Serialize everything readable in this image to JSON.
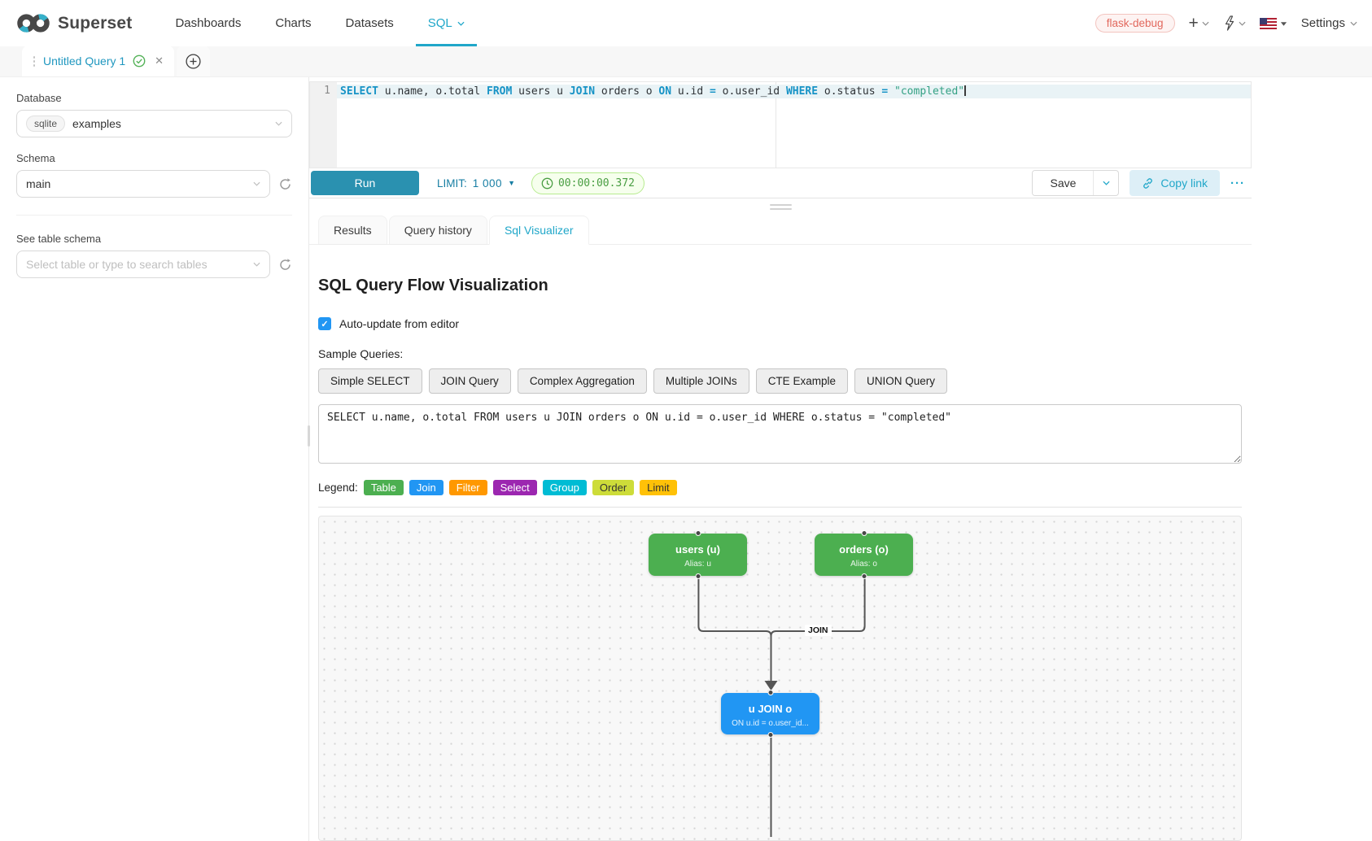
{
  "colors": {
    "accent": "#20a7c9",
    "run_button": "#2a91b0",
    "syntax_keyword": "#1793c6",
    "syntax_string": "#34a184",
    "timer_green": "#4a9e43",
    "node_table_green": "#4caf50",
    "node_join_blue": "#2196f3"
  },
  "navbar": {
    "brand": "Superset",
    "items": [
      {
        "label": "Dashboards"
      },
      {
        "label": "Charts"
      },
      {
        "label": "Datasets"
      },
      {
        "label": "SQL",
        "active": true
      }
    ],
    "environment_tag": "flask-debug",
    "settings_label": "Settings"
  },
  "query_tabs": {
    "active_tab_label": "Untitled Query 1"
  },
  "sidebar": {
    "database_label": "Database",
    "database_engine": "sqlite",
    "database_value": "examples",
    "schema_label": "Schema",
    "schema_value": "main",
    "table_label": "See table schema",
    "table_placeholder": "Select table or type to search tables"
  },
  "editor": {
    "line_number": "1",
    "tokens": [
      {
        "t": "kw",
        "s": "SELECT"
      },
      {
        "t": "pl",
        "s": " u.name, o.total "
      },
      {
        "t": "kw",
        "s": "FROM"
      },
      {
        "t": "pl",
        "s": " users u "
      },
      {
        "t": "kw",
        "s": "JOIN"
      },
      {
        "t": "pl",
        "s": " orders o "
      },
      {
        "t": "kw",
        "s": "ON"
      },
      {
        "t": "pl",
        "s": " u.id "
      },
      {
        "t": "op",
        "s": "="
      },
      {
        "t": "pl",
        "s": " o.user_id "
      },
      {
        "t": "kw",
        "s": "WHERE"
      },
      {
        "t": "pl",
        "s": " o.status "
      },
      {
        "t": "op",
        "s": "="
      },
      {
        "t": "pl",
        "s": " "
      },
      {
        "t": "str",
        "s": "\"completed\""
      }
    ]
  },
  "toolbar": {
    "run_label": "Run",
    "limit_label": "LIMIT:",
    "limit_value": "1 000",
    "timer_value": "00:00:00.372",
    "save_label": "Save",
    "copy_link_label": "Copy link",
    "more_label": "···"
  },
  "south_tabs": [
    {
      "label": "Results"
    },
    {
      "label": "Query history"
    },
    {
      "label": "Sql Visualizer",
      "active": true
    }
  ],
  "visualizer": {
    "title": "SQL Query Flow Visualization",
    "auto_update_label": "Auto-update from editor",
    "sample_queries_label": "Sample Queries:",
    "sample_buttons": [
      "Simple SELECT",
      "JOIN Query",
      "Complex Aggregation",
      "Multiple JOINs",
      "CTE Example",
      "UNION Query"
    ],
    "query_text": "SELECT u.name, o.total FROM users u JOIN orders o ON u.id = o.user_id WHERE o.status = \"completed\"",
    "legend_label": "Legend:",
    "legend": [
      {
        "label": "Table",
        "color": "#4caf50",
        "text": "#ffffff"
      },
      {
        "label": "Join",
        "color": "#2196f3",
        "text": "#ffffff"
      },
      {
        "label": "Filter",
        "color": "#ff9800",
        "text": "#ffffff"
      },
      {
        "label": "Select",
        "color": "#9c27b0",
        "text": "#ffffff"
      },
      {
        "label": "Group",
        "color": "#00bcd4",
        "text": "#ffffff"
      },
      {
        "label": "Order",
        "color": "#cddc39",
        "text": "#333333"
      },
      {
        "label": "Limit",
        "color": "#ffc107",
        "text": "#333333"
      }
    ],
    "flow": {
      "nodes": [
        {
          "title": "users (u)",
          "subtitle": "Alias: u",
          "color": "#4caf50"
        },
        {
          "title": "orders (o)",
          "subtitle": "Alias: o",
          "color": "#4caf50"
        },
        {
          "title": "u JOIN o",
          "subtitle": "ON u.id = o.user_id...",
          "color": "#2196f3"
        }
      ],
      "edge_label": "JOIN"
    }
  }
}
